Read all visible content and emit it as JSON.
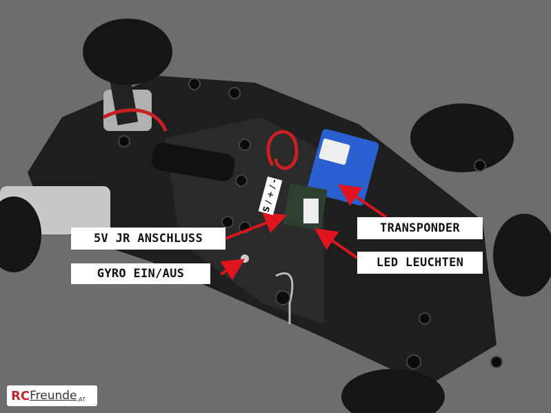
{
  "annotations": {
    "jr_connector": "5V JR ANSCHLUSS",
    "gyro_switch": "GYRO EIN/AUS",
    "transponder": "TRANSPONDER",
    "led": "LED LEUCHTEN",
    "pinout": "S / + / -"
  },
  "logo": {
    "rc": "RC",
    "name": "Freunde",
    "tld": ".AT"
  },
  "colors": {
    "arrow": "#e0141c",
    "background": "#6e6e6e",
    "chassis": "#1c1c1c",
    "transponder": "#2a5fd0"
  }
}
